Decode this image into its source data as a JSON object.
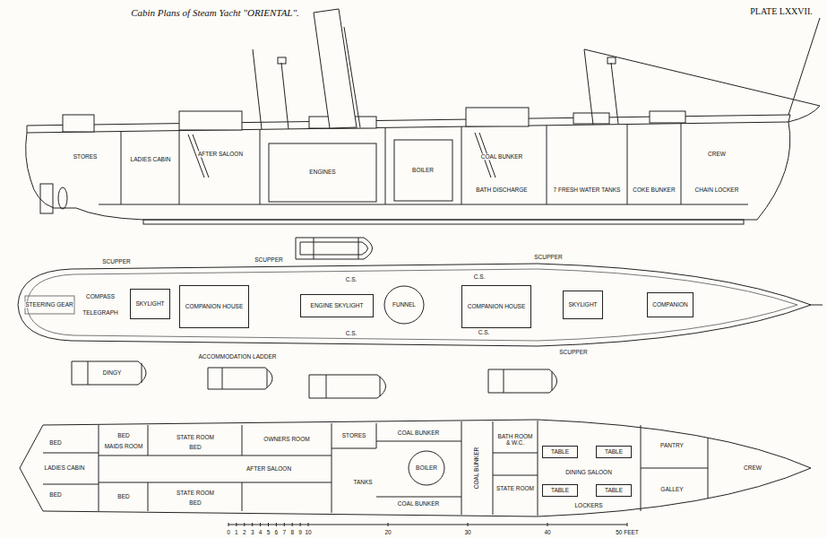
{
  "diagram": {
    "title": "Cabin Plans of Steam Yacht \"ORIENTAL\".",
    "nodes": [
      {
        "text": [
          "SKYLIGHT"
        ]
      },
      {
        "text": [
          "COMPANION HOUSE"
        ]
      },
      {
        "text": [
          "ENGINE SKYLIGHT"
        ]
      },
      {
        "text": [
          "FUNNEL"
        ]
      },
      {
        "text": [
          "COMPANION HOUSE"
        ]
      },
      {
        "text": [
          "SKYLIGHT"
        ]
      },
      {
        "text": [
          "COMPANION"
        ]
      },
      {
        "text": [
          "TABLE"
        ]
      },
      {
        "text": [
          "TABLE"
        ]
      },
      {
        "text": [
          "TABLE"
        ]
      },
      {
        "text": [
          "TABLE"
        ]
      },
      {
        "text": [
          "BOILER"
        ]
      }
    ],
    "labels": [
      "PLATE LXXVII.",
      "STORES",
      "LADIES CABIN",
      "AFTER SALOON",
      "ENGINES",
      "BOILER",
      "COAL BUNKER",
      "BATH DISCHARGE",
      "7 FRESH WATER TANKS",
      "COKE BUNKER",
      "CHAIN LOCKER",
      "CREW",
      "SCUPPER",
      "SCUPPER",
      "SCUPPER",
      "SCUPPER",
      "STEERING GEAR",
      "COMPASS",
      "TELEGRAPH",
      "C.S.",
      "C.S.",
      "C.S.",
      "C.S.",
      "DINGY",
      "ACCOMMODATION LADDER",
      "BED",
      "BED",
      "BED",
      "MAIDS ROOM",
      "STATE ROOM",
      "BED",
      "OWNERS ROOM",
      "LADIES CABIN",
      "AFTER SALOON",
      "BED",
      "STATE ROOM",
      "BED",
      "STORES",
      "COAL BUNKER",
      "COAL BUNKER",
      "TANKS",
      "COAL BUNKER",
      "BATH ROOM & W.C.",
      "STATE ROOM",
      "DINING SALOON",
      "LOCKERS",
      "PANTRY",
      "GALLEY",
      "CREW",
      "0",
      "1",
      "2",
      "3",
      "4",
      "5",
      "6",
      "7",
      "8",
      "9",
      "10",
      "20",
      "30",
      "40",
      "50 FEET"
    ]
  }
}
